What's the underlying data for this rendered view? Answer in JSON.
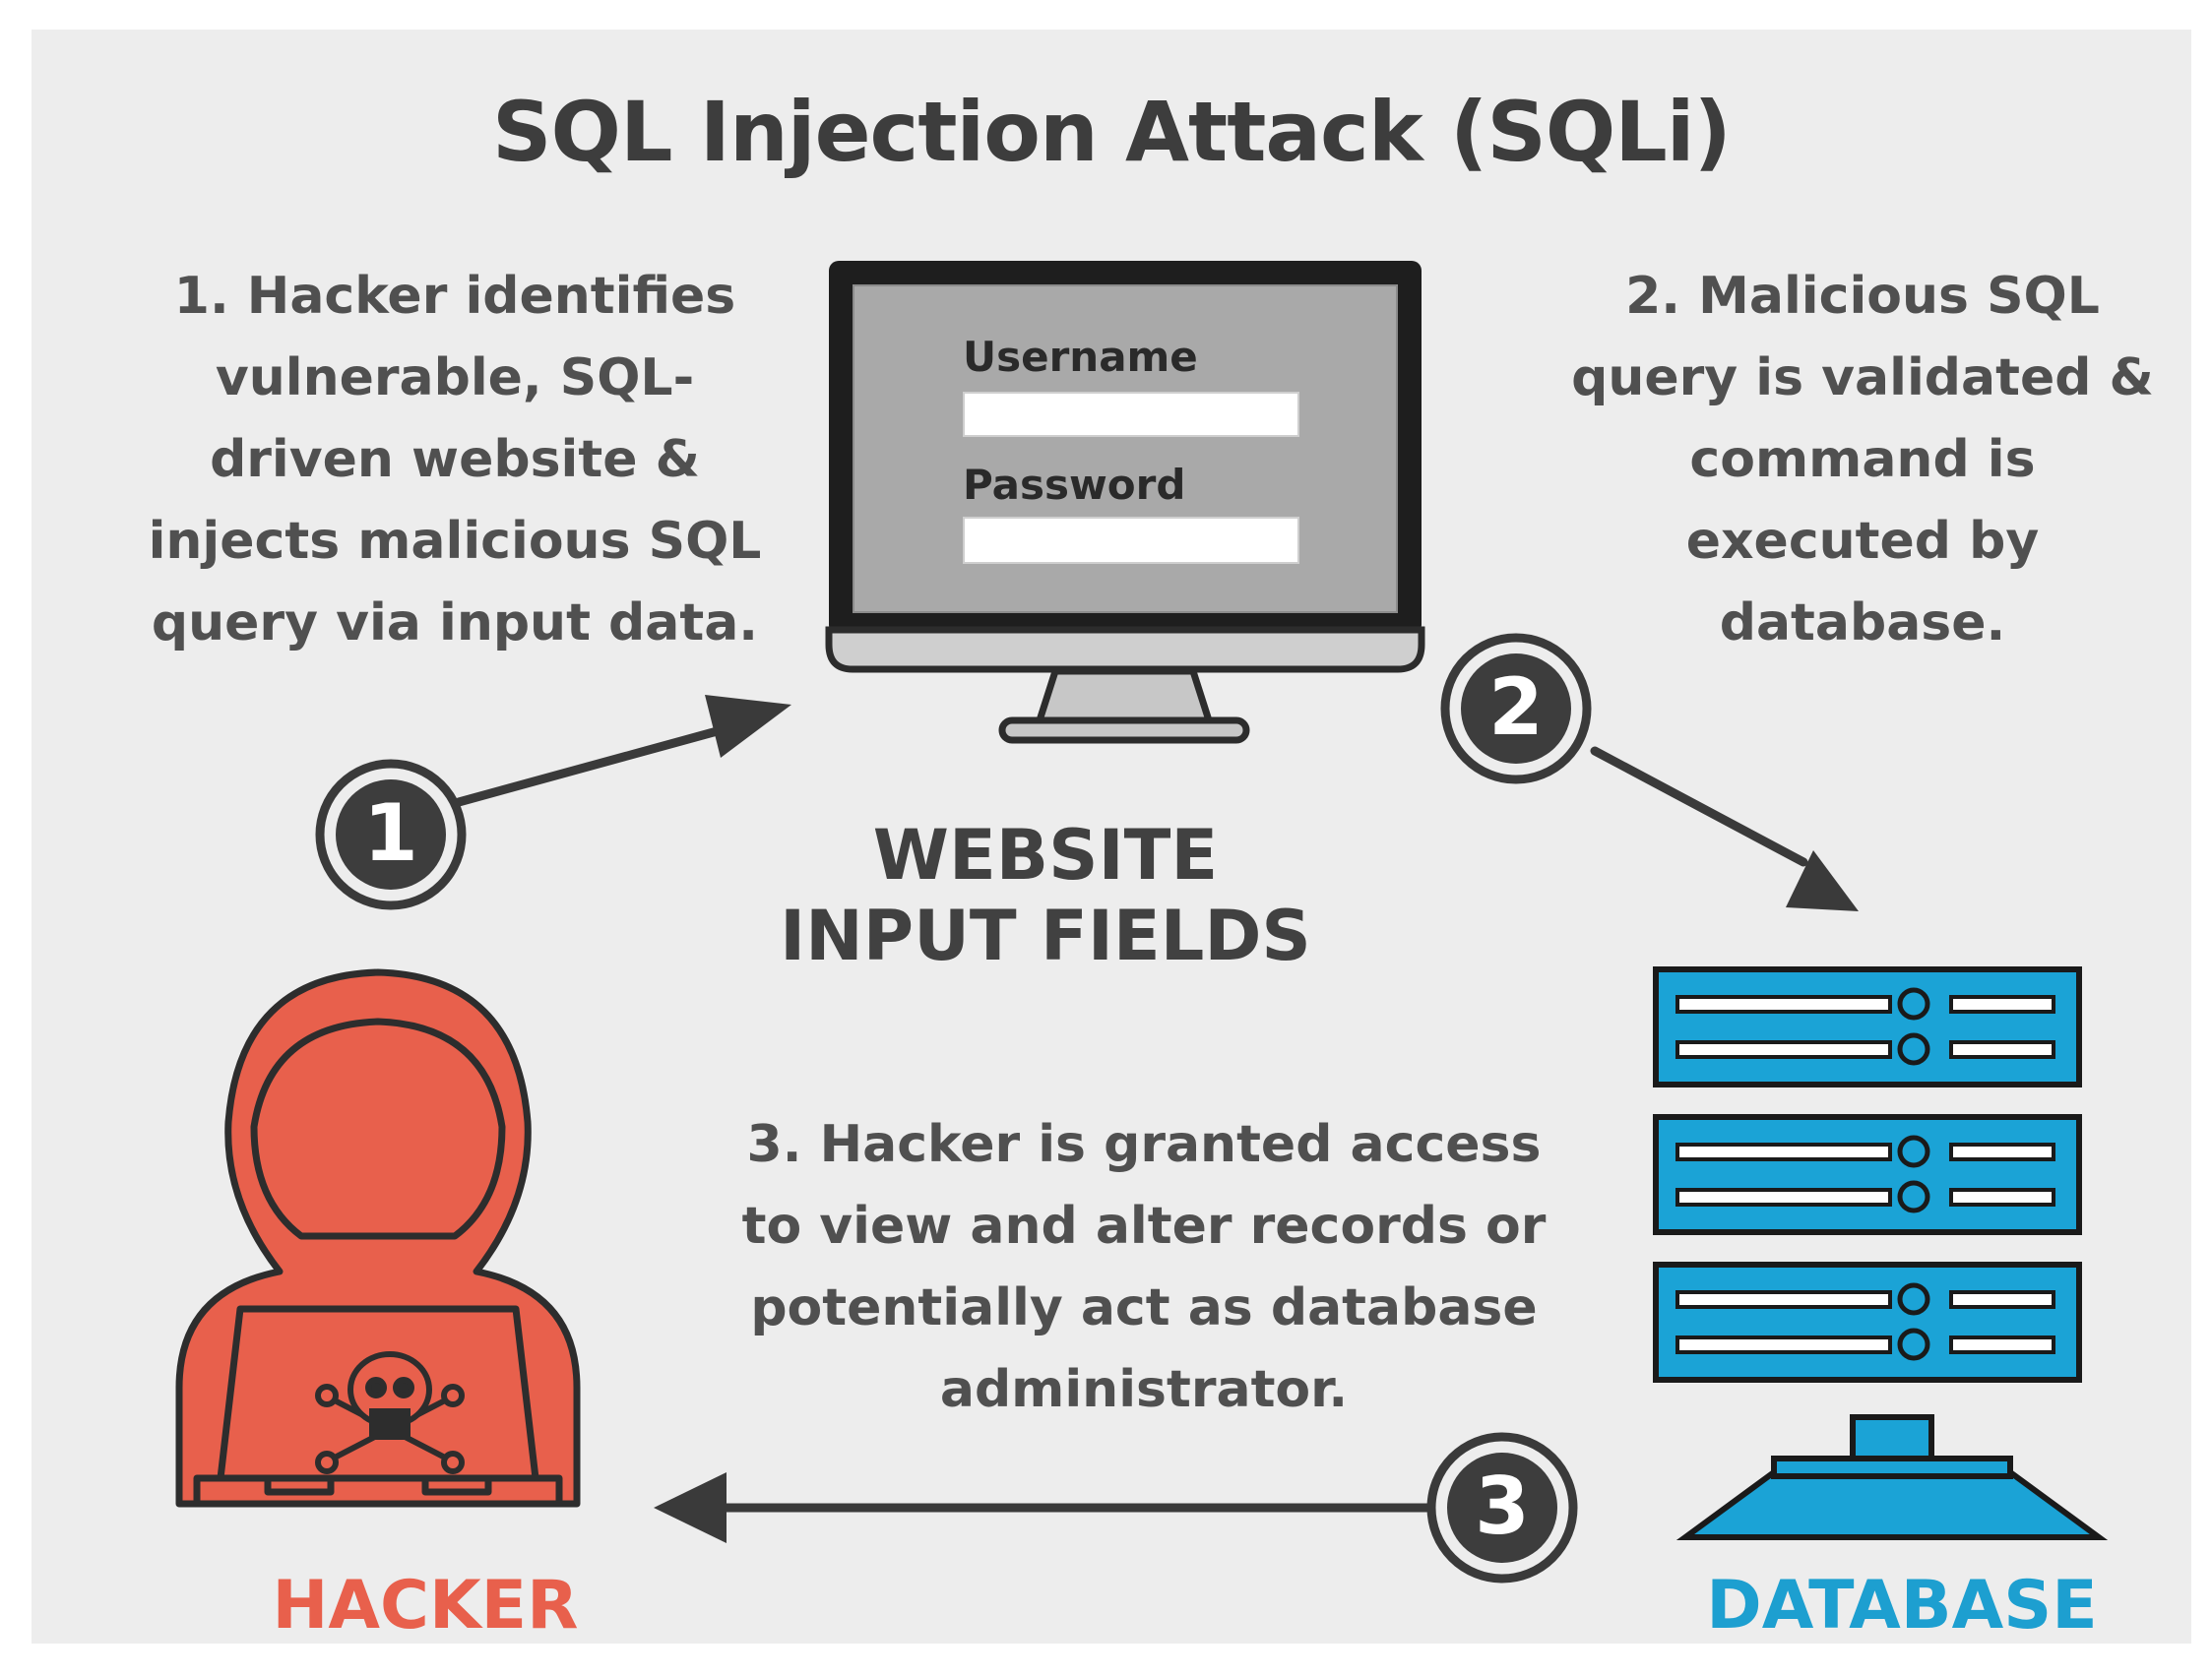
{
  "title": "SQL Injection Attack (SQLi)",
  "steps": [
    {
      "number": "1",
      "text_lines": [
        "1. Hacker identifies",
        "vulnerable, SQL-",
        "driven website &",
        "injects malicious SQL",
        "query via input data."
      ]
    },
    {
      "number": "2",
      "text_lines": [
        "2. Malicious SQL",
        "query is validated &",
        "command is",
        "executed by",
        "database."
      ]
    },
    {
      "number": "3",
      "text_lines": [
        "3. Hacker is granted access",
        "to view and alter records or",
        "potentially act as database",
        "administrator."
      ]
    }
  ],
  "website": {
    "label_lines": [
      "WEBSITE",
      "INPUT FIELDS"
    ],
    "username_label": "Username",
    "password_label": "Password",
    "username_value": "",
    "password_value": ""
  },
  "hacker_label": "HACKER",
  "database_label": "DATABASE",
  "colors": {
    "background": "#ededed",
    "dark": "#3a3a3a",
    "hacker": "#e8604c",
    "database": "#1d9fd0",
    "screen": "#a9a9a9"
  },
  "icons": [
    "monitor-icon",
    "hacker-icon",
    "skull-crossbones-icon",
    "database-server-icon",
    "arrow-icon"
  ]
}
